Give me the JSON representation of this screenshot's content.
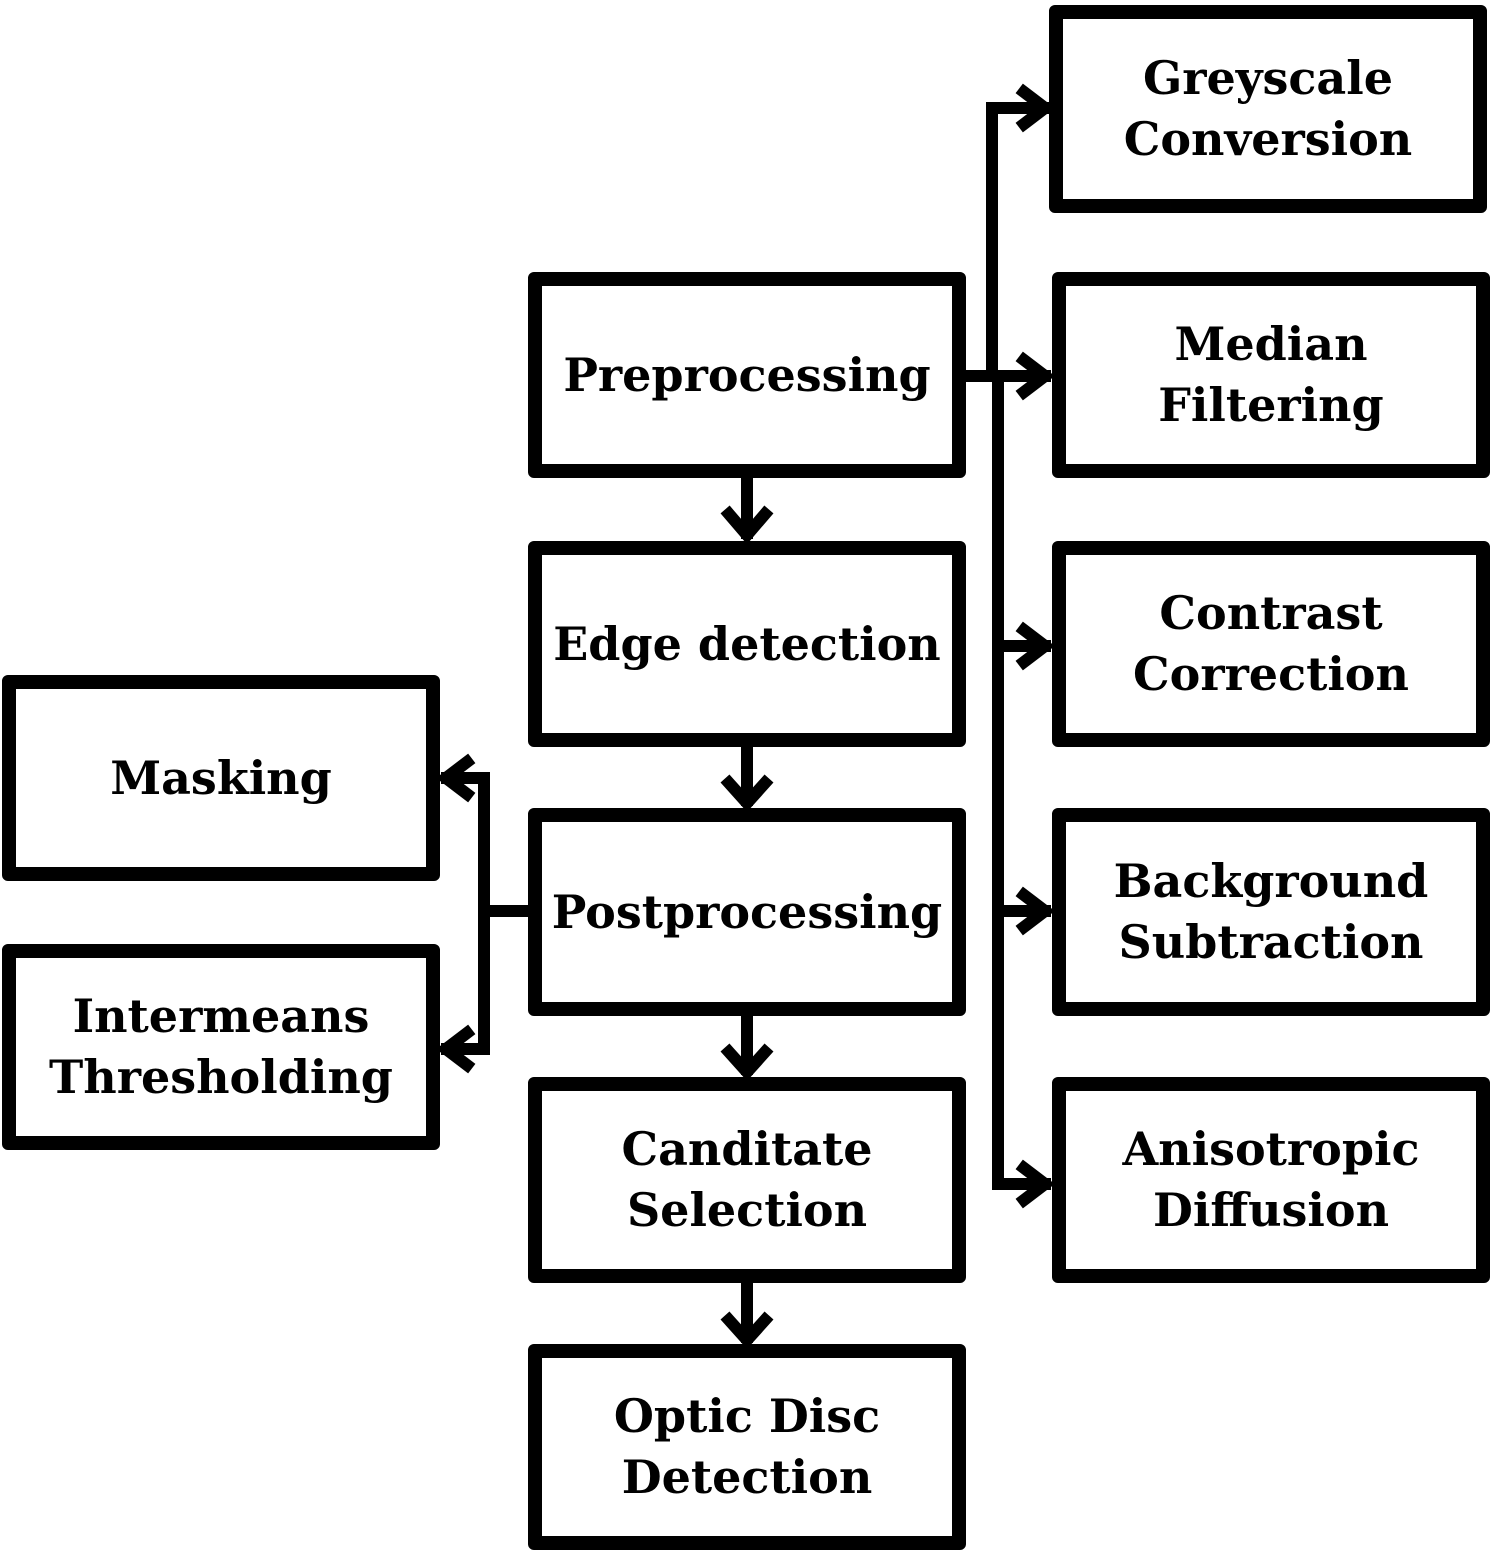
{
  "colors": {
    "stroke": "#000000",
    "background": "#ffffff"
  },
  "center": {
    "preprocessing": {
      "line1": "Preprocessing"
    },
    "edge_detection": {
      "line1": "Edge detection"
    },
    "postprocessing": {
      "line1": "Postprocessing"
    },
    "candidate_selection": {
      "line1": "Canditate",
      "line2": "Selection"
    },
    "optic_disc_detection": {
      "line1": "Optic Disc",
      "line2": "Detection"
    }
  },
  "right": {
    "greyscale": {
      "line1": "Greyscale",
      "line2": "Conversion"
    },
    "median": {
      "line1": "Median",
      "line2": "Filtering"
    },
    "contrast": {
      "line1": "Contrast",
      "line2": "Correction"
    },
    "background": {
      "line1": "Background",
      "line2": "Subtraction"
    },
    "anisotropic": {
      "line1": "Anisotropic",
      "line2": "Diffusion"
    }
  },
  "left": {
    "masking": {
      "line1": "Masking"
    },
    "intermeans": {
      "line1": "Intermeans",
      "line2": "Thresholding"
    }
  }
}
